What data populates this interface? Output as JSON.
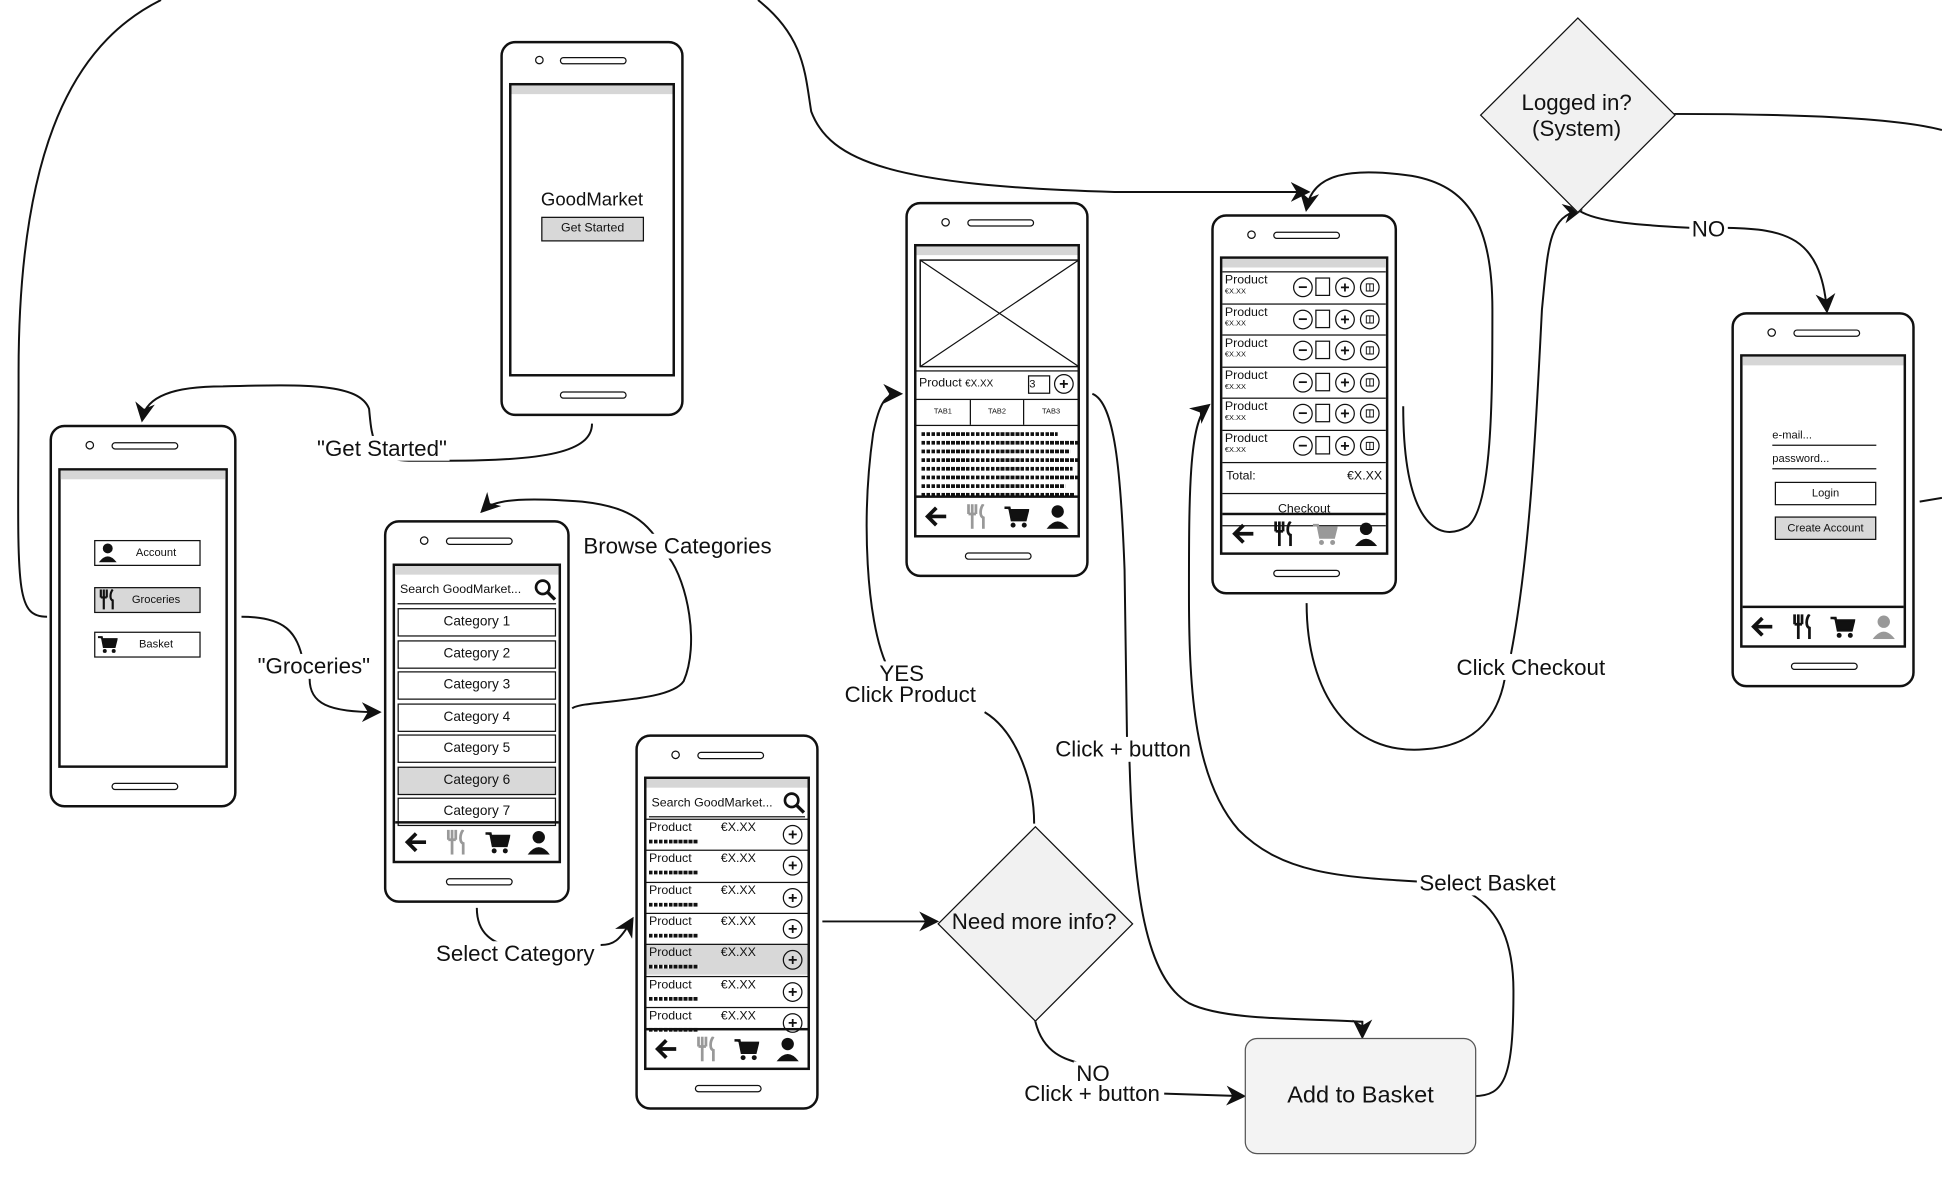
{
  "labels": {
    "get_started_quote": "\"Get Started\"",
    "groceries_quote": "\"Groceries\"",
    "browse_categories": "Browse Categories",
    "select_category": "Select Category",
    "yes": "YES",
    "click_product": "Click Product",
    "click_plus_1": "Click + button",
    "no_1": "NO",
    "click_plus_2": "Click + button",
    "select_basket": "Select Basket",
    "click_checkout": "Click Checkout",
    "no_2": "NO"
  },
  "decisions": {
    "need_more_info": "Need more info?",
    "logged_in_line1": "Logged in?",
    "logged_in_line2": "(System)"
  },
  "process": {
    "add_to_basket": "Add to Basket"
  },
  "splash": {
    "app_name": "GoodMarket",
    "button": "Get Started"
  },
  "home_menu": {
    "items": [
      "Account",
      "Groceries",
      "Basket"
    ]
  },
  "categories": {
    "search_placeholder": "Search GoodMarket...",
    "items": [
      "Category 1",
      "Category 2",
      "Category 3",
      "Category 4",
      "Category 5",
      "Category 6",
      "Category 7"
    ],
    "selected_index": 5
  },
  "product_list": {
    "search_placeholder": "Search GoodMarket...",
    "items": [
      {
        "name": "Product",
        "price": "€X.XX"
      },
      {
        "name": "Product",
        "price": "€X.XX"
      },
      {
        "name": "Product",
        "price": "€X.XX"
      },
      {
        "name": "Product",
        "price": "€X.XX"
      },
      {
        "name": "Product",
        "price": "€X.XX"
      },
      {
        "name": "Product",
        "price": "€X.XX"
      },
      {
        "name": "Product",
        "price": "€X.XX"
      }
    ],
    "selected_index": 4
  },
  "product_detail": {
    "name": "Product",
    "price": "€X.XX",
    "qty": "3",
    "tabs": [
      "TAB1",
      "TAB2",
      "TAB3"
    ]
  },
  "basket": {
    "items": [
      {
        "name": "Product",
        "price": "€X.XX"
      },
      {
        "name": "Product",
        "price": "€X.XX"
      },
      {
        "name": "Product",
        "price": "€X.XX"
      },
      {
        "name": "Product",
        "price": "€X.XX"
      },
      {
        "name": "Product",
        "price": "€X.XX"
      },
      {
        "name": "Product",
        "price": "€X.XX"
      }
    ],
    "total_label": "Total:",
    "total_value": "€X.XX",
    "checkout": "Checkout"
  },
  "login": {
    "email": "e-mail...",
    "password": "password...",
    "login": "Login",
    "create_account": "Create Account"
  },
  "colors": {
    "stroke": "#111111",
    "diamond_fill": "#f1f1f1",
    "box_fill": "#f3f3f3",
    "status_bar": "#d6d6d6",
    "selected_row": "#d8d8d8"
  }
}
